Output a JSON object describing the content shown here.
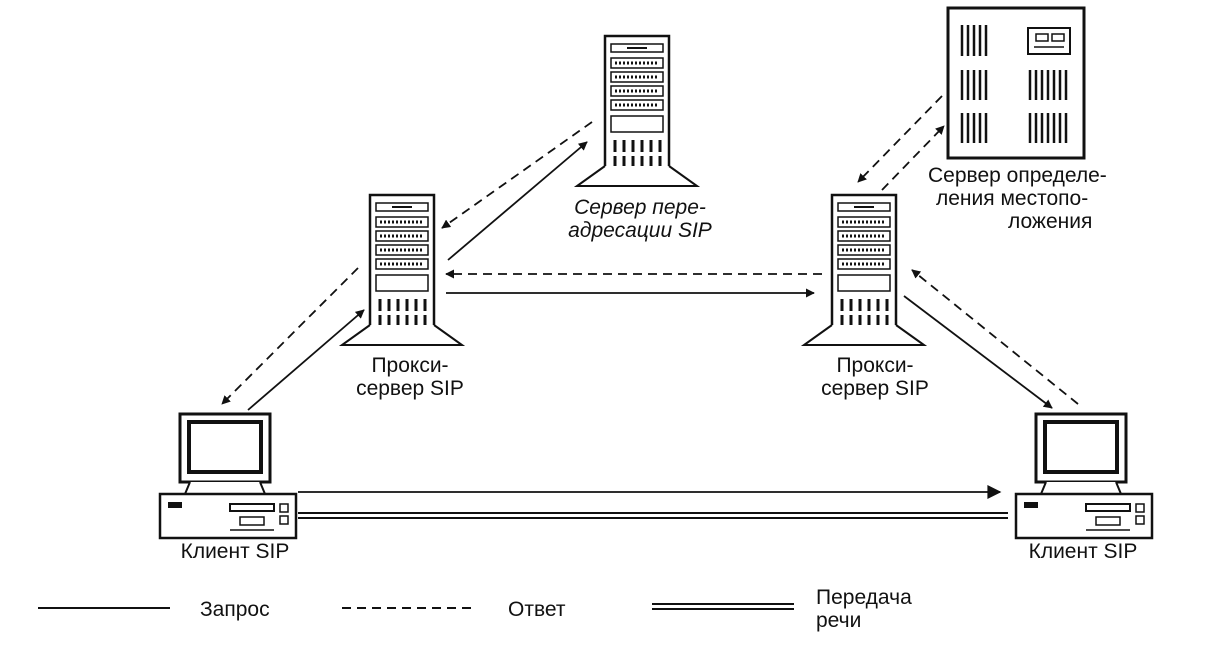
{
  "nodes": {
    "proxy_left": {
      "line1": "Прокси-",
      "line2": "сервер SIP"
    },
    "proxy_right": {
      "line1": "Прокси-",
      "line2": "сервер SIP"
    },
    "redirect_server": {
      "line1": "Сервер пере-",
      "line2": "адресации SIP"
    },
    "location_server": {
      "line1": "Сервер определе-",
      "line2": "ления местопо-",
      "line3": "ложения"
    },
    "client_left": {
      "label": "Клиент SIP"
    },
    "client_right": {
      "label": "Клиент SIP"
    }
  },
  "legend": {
    "request": "Запрос",
    "response": "Ответ",
    "voice_line1": "Передача",
    "voice_line2": "речи"
  },
  "colors": {
    "ink": "#111111",
    "background": "#ffffff"
  },
  "icons": [
    "tower-server-icon",
    "cabinet-server-icon",
    "desktop-computer-icon"
  ]
}
